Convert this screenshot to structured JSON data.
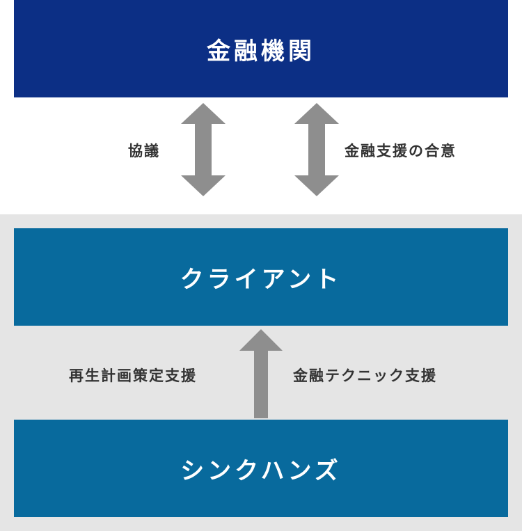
{
  "boxes": {
    "financial_institution": "金融機関",
    "client": "クライアント",
    "synchands": "シンクハンズ"
  },
  "labels": {
    "consultation": "協議",
    "financial_support_agreement": "金融支援の合意",
    "recovery_plan_support": "再生計画策定支援",
    "financial_technique_support": "金融テクニック支援"
  },
  "colors": {
    "financial_institution_bg": "#0c2f85",
    "company_box_bg": "#086a9d",
    "lower_band_bg": "#e5e5e5",
    "arrow": "#8e8e8e",
    "label_text": "#333333"
  },
  "icons": {
    "bidirectional_arrow": "double-headed-vertical-arrow",
    "upward_arrow": "up-arrow"
  }
}
